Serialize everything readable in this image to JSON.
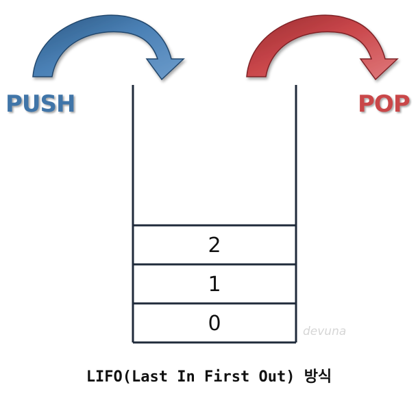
{
  "push_label": "PUSH",
  "pop_label": "POP",
  "stack_items": [
    "2",
    "1",
    "0"
  ],
  "watermark": "devuna",
  "caption": "LIFO(Last In First Out) 방식",
  "colors": {
    "push_main": "#3f74a8",
    "push_dark": "#2a5782",
    "push_light": "#6d9ccb",
    "pop_main": "#c9464a",
    "pop_dark": "#9a2d31",
    "pop_light": "#e07a7c",
    "stack_line": "#1f2a3a"
  }
}
